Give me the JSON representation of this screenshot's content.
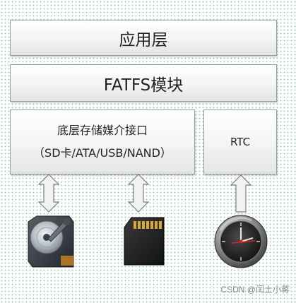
{
  "layers": {
    "app": "应用层",
    "fatfs": "FATFS模块",
    "driver_line1": "底层存储媒介接口",
    "driver_line2": "（SD卡/ATA/USB/NAND）",
    "rtc": "RTC"
  },
  "devices": [
    "hard-disk",
    "sd-card",
    "clock"
  ],
  "watermark": "CSDN @闰土小蒋",
  "colors": {
    "box_border": "#9d9d9d",
    "arrow_fill": "#f2f2f2",
    "arrow_stroke": "#7f7f7f",
    "card_gold": "#d9a932",
    "clock_hand_red": "#d42424"
  }
}
